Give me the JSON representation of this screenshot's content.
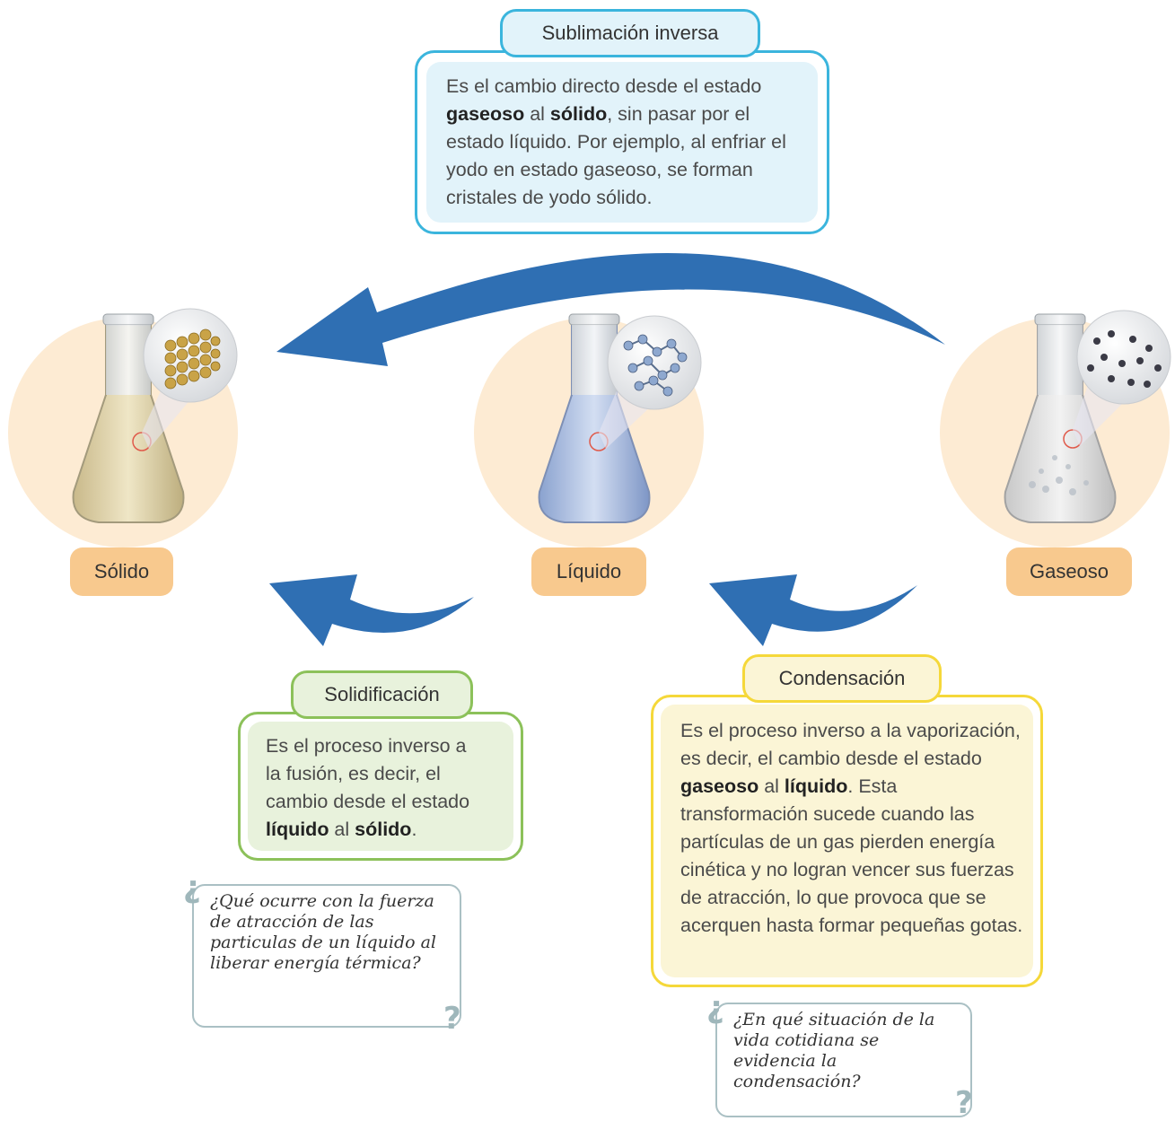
{
  "states": [
    {
      "name": "Sólido"
    },
    {
      "name": "Líquido"
    },
    {
      "name": "Gaseoso"
    }
  ],
  "processes": {
    "sublimation_inverse": {
      "title": "Sublimación inversa",
      "desc_1": "Es el cambio directo desde el estado ",
      "bold_1": "gaseoso",
      "desc_2": " al ",
      "bold_2": "sólido",
      "desc_3": ", sin pasar por el estado líquido. Por ejemplo, al enfriar el yodo en estado gaseoso, se forman cristales de yodo sólido."
    },
    "solidification": {
      "title": "Solidificación",
      "desc_1": "Es el proceso inverso a la fusión, es decir, el cambio desde el estado ",
      "bold_1": "líquido",
      "desc_2": " al ",
      "bold_2": "sólido",
      "desc_3": "."
    },
    "condensation": {
      "title": "Condensación",
      "desc_1": "Es el proceso inverso a la vaporización, es decir, el cambio desde el estado ",
      "bold_1": "gaseoso",
      "desc_2": " al ",
      "bold_2": "líquido",
      "desc_3": ". Esta transformación sucede cuando las partículas de un gas pierden energía cinética y no logran vencer sus fuerzas de atracción, lo que provoca que se acerquen hasta formar pequeñas gotas."
    }
  },
  "questions": [
    {
      "text": "¿Qué ocurre con la fuerza de atracción de las particulas de un líquido al liberar energía térmica?"
    },
    {
      "text": "¿En qué situación de la vida cotidiana se evidencia la condensación?"
    }
  ],
  "colors": {
    "arrow": "#2f6fb3",
    "state_circle": "#fdebd3",
    "state_label": "#f8c98e",
    "sublimation_border": "#3bb5dd",
    "sublimation_fill": "#e2f3fa",
    "solidification_border": "#8cc15a",
    "solidification_fill": "#e8f2dc",
    "condensation_border": "#f5d83a",
    "condensation_fill": "#fbf5d6"
  }
}
